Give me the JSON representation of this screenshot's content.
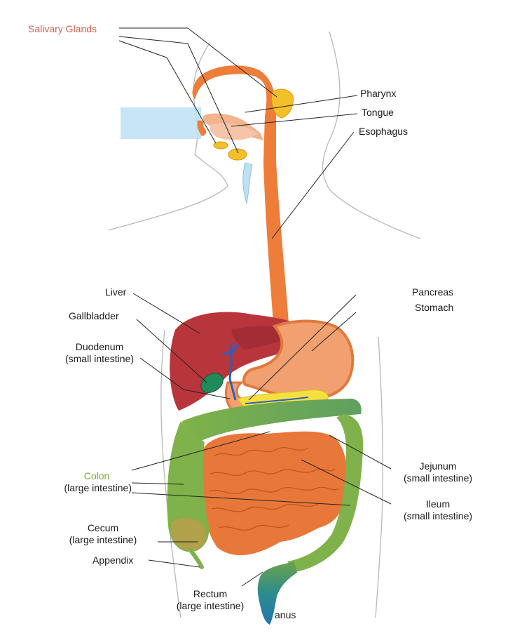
{
  "labels": {
    "salivary_glands": "Salivary Glands",
    "pharynx": "Pharynx",
    "tongue": "Tongue",
    "esophagus": "Esophagus",
    "liver": "Liver",
    "gallbladder": "Gallbladder",
    "pancreas": "Pancreas",
    "stomach": "Stomach",
    "duodenum": "Duodenum",
    "duodenum_sub": "(small intestine)",
    "colon": "Colon",
    "colon_sub": "(large intestine)",
    "jejunum": "Jejunum",
    "jejunum_sub": "(small intestine)",
    "ileum": "Ileum",
    "ileum_sub": "(small intestine)",
    "cecum": "Cecum",
    "cecum_sub": "(large intestine)",
    "appendix": "Appendix",
    "rectum": "Rectum",
    "rectum_sub": "(large intestine)",
    "anus": "anus"
  },
  "colors": {
    "salivary_label": "#d0624a",
    "colon_label": "#7faa2e",
    "esophagus": "#ef7d3a",
    "liver": "#b8353c",
    "stomach": "#f2a070",
    "colon": "#7fb24a",
    "small_intestine": "#e8783a",
    "salivary_gland": "#f3c02c",
    "rectum": "#1f7fa8"
  }
}
